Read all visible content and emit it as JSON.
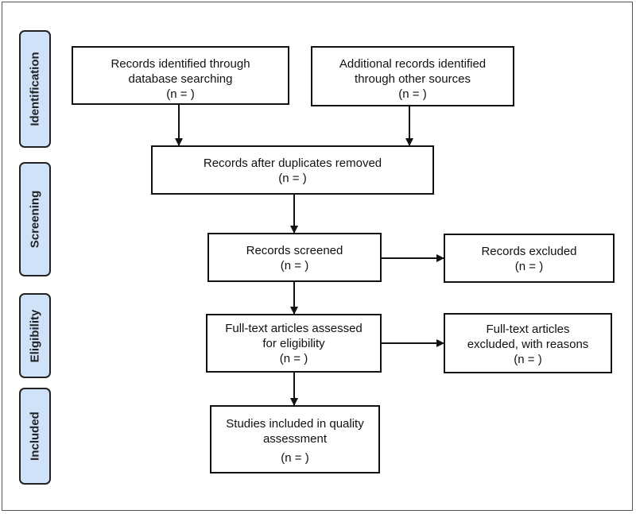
{
  "stages": [
    {
      "id": "identification",
      "label": "Identification"
    },
    {
      "id": "screening",
      "label": "Screening"
    },
    {
      "id": "eligibility",
      "label": "Eligibility"
    },
    {
      "id": "included",
      "label": "Included"
    }
  ],
  "boxes": {
    "database_records": {
      "line1": "Records identified through",
      "line2": "database searching",
      "count": "(n =   )"
    },
    "other_records": {
      "line1": "Additional records identified",
      "line2": "through other sources",
      "count": "(n =   )"
    },
    "after_duplicates": {
      "line1": "Records after duplicates removed",
      "count": "(n =   )"
    },
    "screened": {
      "line1": "Records screened",
      "count": "(n =   )"
    },
    "excluded": {
      "line1": "Records excluded",
      "count": "(n =   )"
    },
    "fulltext_assessed": {
      "line1": "Full-text articles assessed",
      "line2": "for eligibility",
      "count": "(n =   )"
    },
    "fulltext_excluded": {
      "line1": "Full-text articles",
      "line2": "excluded, with reasons",
      "count": "(n =   )"
    },
    "included_studies": {
      "line1": "Studies included in quality",
      "line2": "assessment",
      "count": "(n =   )"
    }
  },
  "colors": {
    "stage_fill": "#cfe2f8",
    "border": "#111111",
    "arrow": "#111111"
  }
}
